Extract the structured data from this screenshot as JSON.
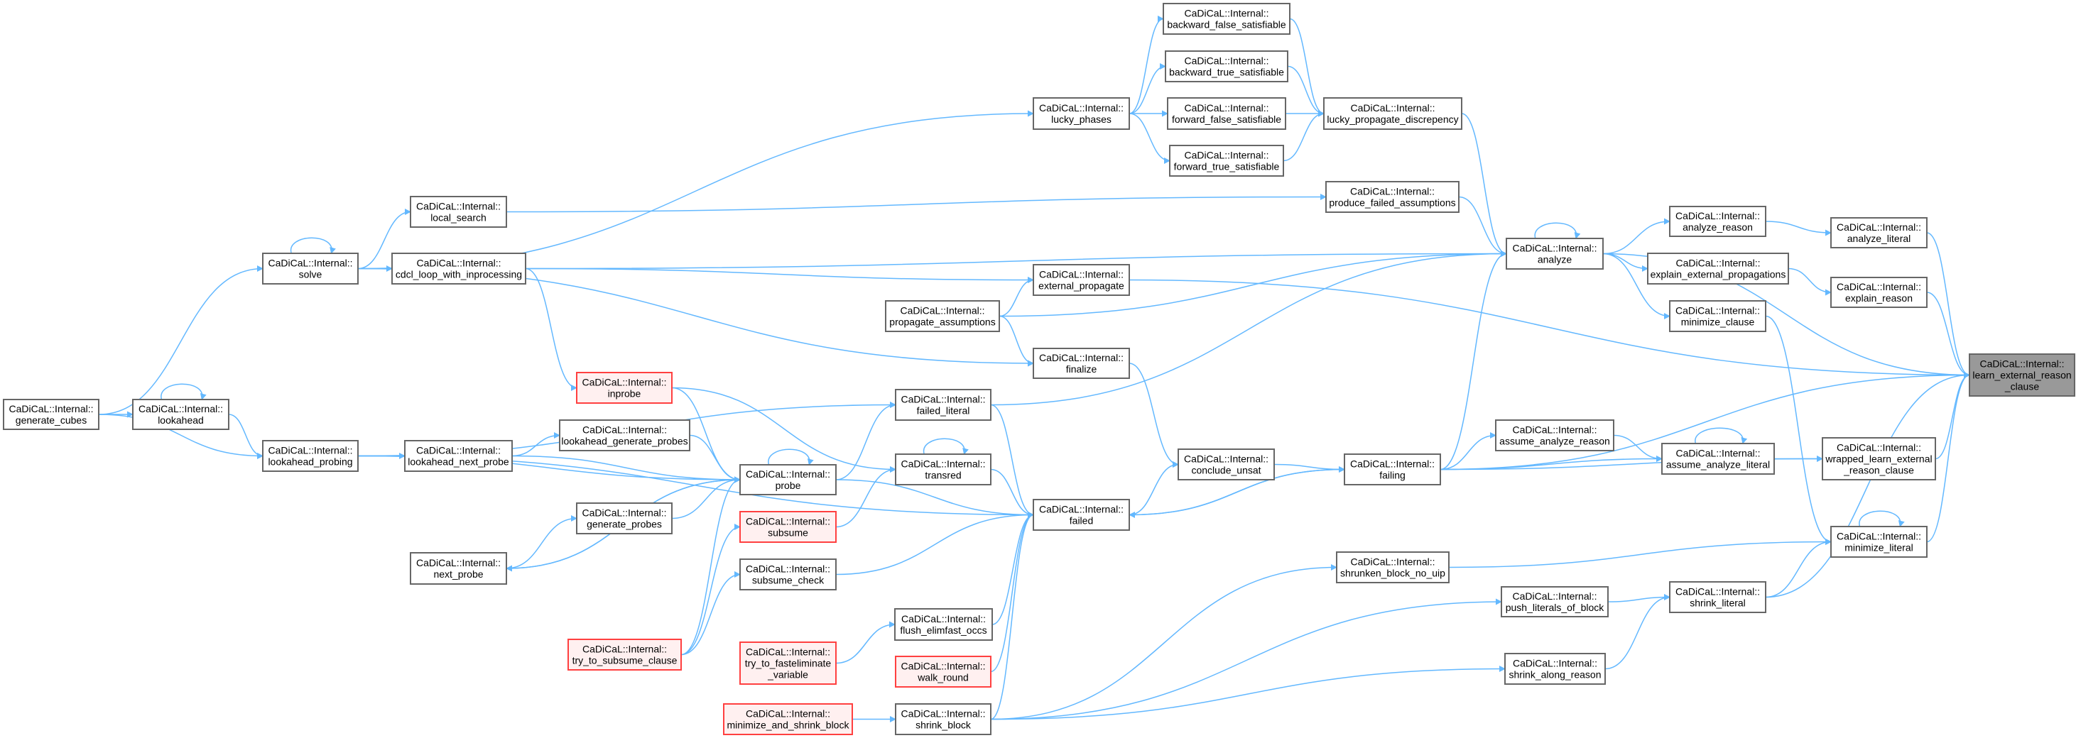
{
  "graph": {
    "prefix": "CaDiCaL::Internal::",
    "colors": {
      "edge": "#63b8ff",
      "node_border": "#666666",
      "red_border": "#ff4040",
      "red_fill": "#fff0f0",
      "current_fill": "#999999"
    },
    "nodes": [
      {
        "id": "generate_cubes",
        "lines": [
          "CaDiCaL::Internal::",
          "generate_cubes"
        ],
        "style": "normal"
      },
      {
        "id": "lookahead",
        "lines": [
          "CaDiCaL::Internal::",
          "lookahead"
        ],
        "style": "normal"
      },
      {
        "id": "solve",
        "lines": [
          "CaDiCaL::Internal::",
          "solve"
        ],
        "style": "normal"
      },
      {
        "id": "local_search",
        "lines": [
          "CaDiCaL::Internal::",
          "local_search"
        ],
        "style": "normal"
      },
      {
        "id": "cdcl_loop_with_inprocessing",
        "lines": [
          "CaDiCaL::Internal::",
          "cdcl_loop_with_inprocessing"
        ],
        "style": "normal"
      },
      {
        "id": "lookahead_probing",
        "lines": [
          "CaDiCaL::Internal::",
          "lookahead_probing"
        ],
        "style": "normal"
      },
      {
        "id": "lookahead_next_probe",
        "lines": [
          "CaDiCaL::Internal::",
          "lookahead_next_probe"
        ],
        "style": "normal"
      },
      {
        "id": "inprobe",
        "lines": [
          "CaDiCaL::Internal::",
          "inprobe"
        ],
        "style": "red"
      },
      {
        "id": "lookahead_generate_probes",
        "lines": [
          "CaDiCaL::Internal::",
          "lookahead_generate_probes"
        ],
        "style": "normal"
      },
      {
        "id": "generate_probes",
        "lines": [
          "CaDiCaL::Internal::",
          "generate_probes"
        ],
        "style": "normal"
      },
      {
        "id": "next_probe",
        "lines": [
          "CaDiCaL::Internal::",
          "next_probe"
        ],
        "style": "normal"
      },
      {
        "id": "try_to_subsume_clause",
        "lines": [
          "CaDiCaL::Internal::",
          "try_to_subsume_clause"
        ],
        "style": "red"
      },
      {
        "id": "backward_false_satisfiable",
        "lines": [
          "CaDiCaL::Internal::",
          "backward_false_satisfiable"
        ],
        "style": "normal"
      },
      {
        "id": "backward_true_satisfiable",
        "lines": [
          "CaDiCaL::Internal::",
          "backward_true_satisfiable"
        ],
        "style": "normal"
      },
      {
        "id": "lucky_phases",
        "lines": [
          "CaDiCaL::Internal::",
          "lucky_phases"
        ],
        "style": "normal"
      },
      {
        "id": "forward_false_satisfiable",
        "lines": [
          "CaDiCaL::Internal::",
          "forward_false_satisfiable"
        ],
        "style": "normal"
      },
      {
        "id": "forward_true_satisfiable",
        "lines": [
          "CaDiCaL::Internal::",
          "forward_true_satisfiable"
        ],
        "style": "normal"
      },
      {
        "id": "lucky_propagate_discrepency",
        "lines": [
          "CaDiCaL::Internal::",
          "lucky_propagate_discrepency"
        ],
        "style": "normal"
      },
      {
        "id": "produce_failed_assumptions",
        "lines": [
          "CaDiCaL::Internal::",
          "produce_failed_assumptions"
        ],
        "style": "normal"
      },
      {
        "id": "external_propagate",
        "lines": [
          "CaDiCaL::Internal::",
          "external_propagate"
        ],
        "style": "normal"
      },
      {
        "id": "propagate_assumptions",
        "lines": [
          "CaDiCaL::Internal::",
          "propagate_assumptions"
        ],
        "style": "normal"
      },
      {
        "id": "finalize",
        "lines": [
          "CaDiCaL::Internal::",
          "finalize"
        ],
        "style": "normal"
      },
      {
        "id": "failed_literal",
        "lines": [
          "CaDiCaL::Internal::",
          "failed_literal"
        ],
        "style": "normal"
      },
      {
        "id": "transred",
        "lines": [
          "CaDiCaL::Internal::",
          "transred"
        ],
        "style": "normal"
      },
      {
        "id": "probe",
        "lines": [
          "CaDiCaL::Internal::",
          "probe"
        ],
        "style": "normal"
      },
      {
        "id": "subsume",
        "lines": [
          "CaDiCaL::Internal::",
          "subsume"
        ],
        "style": "red"
      },
      {
        "id": "subsume_check",
        "lines": [
          "CaDiCaL::Internal::",
          "subsume_check"
        ],
        "style": "normal"
      },
      {
        "id": "failed",
        "lines": [
          "CaDiCaL::Internal::",
          "failed"
        ],
        "style": "normal"
      },
      {
        "id": "conclude_unsat",
        "lines": [
          "CaDiCaL::Internal::",
          "conclude_unsat"
        ],
        "style": "normal"
      },
      {
        "id": "failing",
        "lines": [
          "CaDiCaL::Internal::",
          "failing"
        ],
        "style": "normal"
      },
      {
        "id": "shrunken_block_no_uip",
        "lines": [
          "CaDiCaL::Internal::",
          "shrunken_block_no_uip"
        ],
        "style": "normal"
      },
      {
        "id": "flush_elimfast_occs",
        "lines": [
          "CaDiCaL::Internal::",
          "flush_elimfast_occs"
        ],
        "style": "normal"
      },
      {
        "id": "try_to_fasteliminate_variable",
        "lines": [
          "CaDiCaL::Internal::",
          "try_to_fasteliminate",
          "_variable"
        ],
        "style": "red"
      },
      {
        "id": "walk_round",
        "lines": [
          "CaDiCaL::Internal::",
          "walk_round"
        ],
        "style": "red"
      },
      {
        "id": "minimize_and_shrink_block",
        "lines": [
          "CaDiCaL::Internal::",
          "minimize_and_shrink_block"
        ],
        "style": "red"
      },
      {
        "id": "shrink_block",
        "lines": [
          "CaDiCaL::Internal::",
          "shrink_block"
        ],
        "style": "normal"
      },
      {
        "id": "analyze",
        "lines": [
          "CaDiCaL::Internal::",
          "analyze"
        ],
        "style": "normal"
      },
      {
        "id": "analyze_reason",
        "lines": [
          "CaDiCaL::Internal::",
          "analyze_reason"
        ],
        "style": "normal"
      },
      {
        "id": "explain_external_propagations",
        "lines": [
          "CaDiCaL::Internal::",
          "explain_external_propagations"
        ],
        "style": "normal"
      },
      {
        "id": "minimize_clause",
        "lines": [
          "CaDiCaL::Internal::",
          "minimize_clause"
        ],
        "style": "normal"
      },
      {
        "id": "analyze_literal",
        "lines": [
          "CaDiCaL::Internal::",
          "analyze_literal"
        ],
        "style": "normal"
      },
      {
        "id": "explain_reason",
        "lines": [
          "CaDiCaL::Internal::",
          "explain_reason"
        ],
        "style": "normal"
      },
      {
        "id": "learn_external_reason_clause",
        "lines": [
          "CaDiCaL::Internal::",
          "learn_external_reason",
          "_clause"
        ],
        "style": "current"
      },
      {
        "id": "assume_analyze_reason",
        "lines": [
          "CaDiCaL::Internal::",
          "assume_analyze_reason"
        ],
        "style": "normal"
      },
      {
        "id": "assume_analyze_literal",
        "lines": [
          "CaDiCaL::Internal::",
          "assume_analyze_literal"
        ],
        "style": "normal"
      },
      {
        "id": "wrapped_learn_external_reason_clause",
        "lines": [
          "CaDiCaL::Internal::",
          "wrapped_learn_external",
          "_reason_clause"
        ],
        "style": "normal"
      },
      {
        "id": "minimize_literal",
        "lines": [
          "CaDiCaL::Internal::",
          "minimize_literal"
        ],
        "style": "normal"
      },
      {
        "id": "push_literals_of_block",
        "lines": [
          "CaDiCaL::Internal::",
          "push_literals_of_block"
        ],
        "style": "normal"
      },
      {
        "id": "shrink_literal",
        "lines": [
          "CaDiCaL::Internal::",
          "shrink_literal"
        ],
        "style": "normal"
      },
      {
        "id": "shrink_along_reason",
        "lines": [
          "CaDiCaL::Internal::",
          "shrink_along_reason"
        ],
        "style": "normal"
      }
    ],
    "edges": [
      [
        "generate_cubes",
        "solve"
      ],
      [
        "generate_cubes",
        "lookahead"
      ],
      [
        "generate_cubes",
        "lookahead_probing"
      ],
      [
        "lookahead",
        "lookahead"
      ],
      [
        "lookahead",
        "lookahead_probing"
      ],
      [
        "solve",
        "solve"
      ],
      [
        "solve",
        "local_search"
      ],
      [
        "solve",
        "cdcl_loop_with_inprocessing"
      ],
      [
        "solve",
        "lucky_phases"
      ],
      [
        "solve",
        "finalize"
      ],
      [
        "local_search",
        "produce_failed_assumptions"
      ],
      [
        "cdcl_loop_with_inprocessing",
        "external_propagate"
      ],
      [
        "cdcl_loop_with_inprocessing",
        "analyze"
      ],
      [
        "cdcl_loop_with_inprocessing",
        "inprobe"
      ],
      [
        "lucky_phases",
        "backward_false_satisfiable"
      ],
      [
        "lucky_phases",
        "backward_true_satisfiable"
      ],
      [
        "lucky_phases",
        "forward_false_satisfiable"
      ],
      [
        "lucky_phases",
        "forward_true_satisfiable"
      ],
      [
        "backward_false_satisfiable",
        "lucky_propagate_discrepency"
      ],
      [
        "backward_true_satisfiable",
        "lucky_propagate_discrepency"
      ],
      [
        "forward_false_satisfiable",
        "lucky_propagate_discrepency"
      ],
      [
        "forward_true_satisfiable",
        "lucky_propagate_discrepency"
      ],
      [
        "lucky_propagate_discrepency",
        "analyze"
      ],
      [
        "produce_failed_assumptions",
        "analyze"
      ],
      [
        "propagate_assumptions",
        "external_propagate"
      ],
      [
        "propagate_assumptions",
        "finalize"
      ],
      [
        "propagate_assumptions",
        "analyze"
      ],
      [
        "external_propagate",
        "learn_external_reason_clause"
      ],
      [
        "finalize",
        "conclude_unsat"
      ],
      [
        "lookahead_probing",
        "lookahead_next_probe"
      ],
      [
        "lookahead_probing",
        "failed_literal"
      ],
      [
        "lookahead_probing",
        "probe"
      ],
      [
        "lookahead_probing",
        "failed"
      ],
      [
        "lookahead_next_probe",
        "lookahead_generate_probes"
      ],
      [
        "lookahead_next_probe",
        "probe"
      ],
      [
        "lookahead_generate_probes",
        "probe"
      ],
      [
        "inprobe",
        "probe"
      ],
      [
        "inprobe",
        "transred"
      ],
      [
        "generate_probes",
        "probe"
      ],
      [
        "next_probe",
        "generate_probes"
      ],
      [
        "probe",
        "next_probe"
      ],
      [
        "next_probe",
        "probe"
      ],
      [
        "probe",
        "probe"
      ],
      [
        "probe",
        "failed_literal"
      ],
      [
        "probe",
        "failed"
      ],
      [
        "subsume",
        "transred"
      ],
      [
        "try_to_subsume_clause",
        "subsume"
      ],
      [
        "try_to_subsume_clause",
        "subsume_check"
      ],
      [
        "try_to_subsume_clause",
        "probe"
      ],
      [
        "subsume_check",
        "failed"
      ],
      [
        "transred",
        "transred"
      ],
      [
        "transred",
        "failed"
      ],
      [
        "failed_literal",
        "failed"
      ],
      [
        "failed_literal",
        "analyze"
      ],
      [
        "flush_elimfast_occs",
        "failed"
      ],
      [
        "try_to_fasteliminate_variable",
        "flush_elimfast_occs"
      ],
      [
        "walk_round",
        "failed"
      ],
      [
        "minimize_and_shrink_block",
        "shrink_block"
      ],
      [
        "shrink_block",
        "failed"
      ],
      [
        "shrink_block",
        "shrunken_block_no_uip"
      ],
      [
        "shrink_block",
        "push_literals_of_block"
      ],
      [
        "shrink_block",
        "shrink_along_reason"
      ],
      [
        "failed",
        "conclude_unsat"
      ],
      [
        "failed",
        "failing"
      ],
      [
        "conclude_unsat",
        "failing"
      ],
      [
        "failing",
        "failed"
      ],
      [
        "failing",
        "analyze"
      ],
      [
        "failing",
        "assume_analyze_reason"
      ],
      [
        "failing",
        "assume_analyze_literal"
      ],
      [
        "failing",
        "wrapped_learn_external_reason_clause"
      ],
      [
        "failing",
        "learn_external_reason_clause"
      ],
      [
        "analyze",
        "analyze"
      ],
      [
        "analyze",
        "analyze_reason"
      ],
      [
        "analyze",
        "explain_external_propagations"
      ],
      [
        "analyze",
        "minimize_clause"
      ],
      [
        "analyze",
        "learn_external_reason_clause"
      ],
      [
        "analyze_reason",
        "analyze_literal"
      ],
      [
        "analyze_literal",
        "learn_external_reason_clause"
      ],
      [
        "explain_external_propagations",
        "explain_reason"
      ],
      [
        "explain_reason",
        "learn_external_reason_clause"
      ],
      [
        "minimize_clause",
        "minimize_literal"
      ],
      [
        "assume_analyze_reason",
        "assume_analyze_literal"
      ],
      [
        "assume_analyze_literal",
        "assume_analyze_literal"
      ],
      [
        "assume_analyze_literal",
        "wrapped_learn_external_reason_clause"
      ],
      [
        "wrapped_learn_external_reason_clause",
        "learn_external_reason_clause"
      ],
      [
        "minimize_literal",
        "minimize_literal"
      ],
      [
        "minimize_literal",
        "learn_external_reason_clause"
      ],
      [
        "shrunken_block_no_uip",
        "minimize_literal"
      ],
      [
        "push_literals_of_block",
        "shrink_literal"
      ],
      [
        "shrink_literal",
        "minimize_literal"
      ],
      [
        "shrink_literal",
        "learn_external_reason_clause"
      ],
      [
        "shrink_along_reason",
        "shrink_literal"
      ]
    ]
  }
}
